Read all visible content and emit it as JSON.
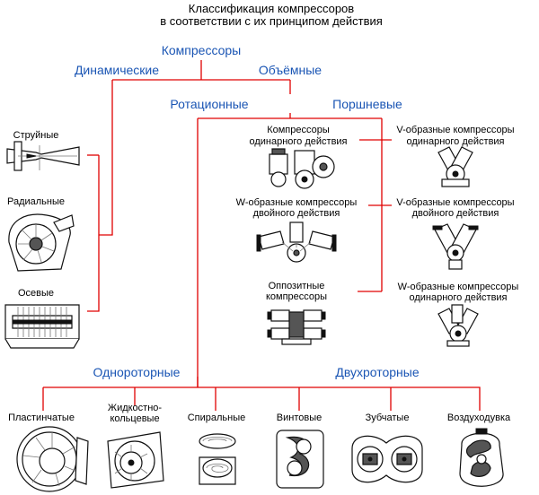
{
  "title": {
    "line1": "Классификация компрессоров",
    "line2": "в соответствии с их принципом действия"
  },
  "colors": {
    "connector": "#e00000",
    "category": "#1a55b4",
    "text": "#000000"
  },
  "categories": {
    "root": "Компрессоры",
    "dynamic": "Динамические",
    "volumetric": "Объёмные",
    "rotary": "Ротационные",
    "piston": "Поршневые",
    "single_rotor": "Однороторные",
    "twin_rotor": "Двухроторные"
  },
  "dynamic_items": [
    {
      "label": "Струйные",
      "icon": "jet-compressor-icon"
    },
    {
      "label": "Радиальные",
      "icon": "radial-compressor-icon"
    },
    {
      "label": "Осевые",
      "icon": "axial-compressor-icon"
    }
  ],
  "piston_items": [
    {
      "line1": "Компрессоры",
      "line2": "одинарного действия",
      "icon": "single-acting-compressor-icon"
    },
    {
      "line1": "V-образные компрессоры",
      "line2": "одинарного действия",
      "icon": "v-single-acting-icon"
    },
    {
      "line1": "W-образные компрессоры",
      "line2": "двойного действия",
      "icon": "w-double-acting-icon"
    },
    {
      "line1": "V-образные компрессоры",
      "line2": "двойного действия",
      "icon": "v-double-acting-icon"
    },
    {
      "line1": "Оппозитные",
      "line2": "компрессоры",
      "icon": "opposed-compressor-icon"
    },
    {
      "line1": "W-образные компрессоры",
      "line2": "одинарного действия",
      "icon": "w-single-acting-icon"
    }
  ],
  "rotary_items": [
    {
      "line1": "Пластинчатые",
      "line2": "",
      "icon": "vane-compressor-icon"
    },
    {
      "line1": "Жидкостно-",
      "line2": "кольцевые",
      "icon": "liquid-ring-compressor-icon"
    },
    {
      "line1": "Спиральные",
      "line2": "",
      "icon": "scroll-compressor-icon"
    },
    {
      "line1": "Винтовые",
      "line2": "",
      "icon": "screw-compressor-icon"
    },
    {
      "line1": "Зубчатые",
      "line2": "",
      "icon": "tooth-compressor-icon"
    },
    {
      "line1": "Воздуходувка",
      "line2": "",
      "icon": "roots-blower-icon"
    }
  ]
}
